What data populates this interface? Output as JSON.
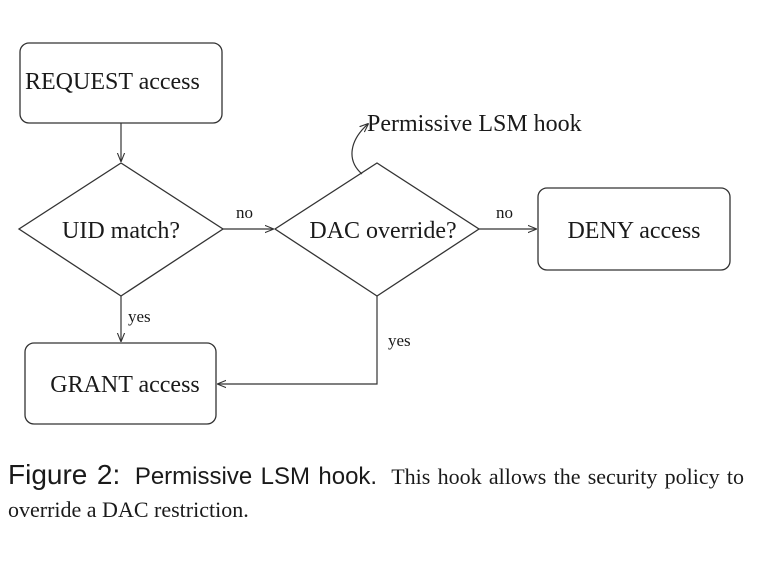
{
  "diagram": {
    "nodes": {
      "request": {
        "label": "REQUEST access"
      },
      "uid_match": {
        "label": "UID match?"
      },
      "dac_override": {
        "label": "DAC override?"
      },
      "deny": {
        "label": "DENY access"
      },
      "grant": {
        "label": "GRANT access"
      }
    },
    "edges": {
      "uid_no": "no",
      "uid_yes": "yes",
      "dac_no": "no",
      "dac_yes": "yes"
    },
    "callout": {
      "label": "Permissive LSM hook"
    }
  },
  "caption": {
    "figure_label": "Figure 2:",
    "title": "Permissive LSM hook.",
    "body": "This hook allows the security policy to override a DAC restriction."
  }
}
